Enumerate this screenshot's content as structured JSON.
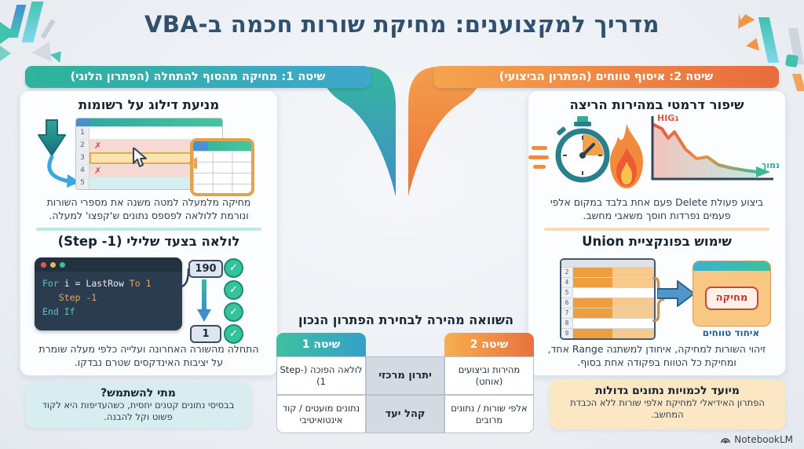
{
  "title": "מדריך למקצוענים: מחיקת שורות חכמה ב-VBA",
  "brand": "NotebookLM",
  "banner1": "שיטה 1: מחיקה מהסוף להתחלה (הפתרון הלוגי)",
  "banner2": "שיטה 2: איסוף טווחים (הפתרון הביצועי)",
  "m1": {
    "s1": {
      "title": "מניעת דילוג על רשומות",
      "rows": [
        "1",
        "2",
        "3",
        "4",
        "5"
      ],
      "x_mark": "✗",
      "body": "מחיקה מלמעלה למטה משנה את מספרי השורות ונורמת ללולאה לפספס נתונים ש'קפצו' למעלה."
    },
    "s2": {
      "title": "לולאה בצעד שלילי (Step -1)",
      "code": {
        "k1": "For",
        "p1": " i = LastRow ",
        "n1": "To 1",
        "n2": "   Step -1",
        "k2": "End If"
      },
      "start_value": "190",
      "end_value": "1",
      "check": "✓",
      "body": "התחלה מהשורה האחרונה ועלייה כלפי מעלה שומרת על יציבות האינדקסים שטרם נבדקו."
    },
    "callout": {
      "title": "מתי להשתמש?",
      "body": "בבסיסי נתונים קטנים יחסית, כשהעדיפות היא לקוד פשוט וקל להבנה."
    }
  },
  "m2": {
    "s1": {
      "title": "שיפור דרמטי במהירות הריצה",
      "high_label": "HIGג",
      "low_label": "נמוך",
      "body": "ביצוע פעולת Delete פעם אחת בלבד במקום אלפי פעמים נפרדות חוסך משאבי מחשב."
    },
    "s2": {
      "title": "שימוש בפונקציית Union",
      "rows": [
        "2",
        "4",
        "5",
        "6",
        "7",
        "8",
        "9"
      ],
      "delete_button": "מחיקה",
      "union_label": "איחוד טווחים",
      "body": "זיהוי השורות למחיקה, איחודן למשתנה Range אחד, ומחיקת כל הטווח בפקודה אחת בסוף."
    },
    "callout": {
      "title": "מיועד לכמויות נתונים גדולות",
      "body": "הפתרון האידיאלי למחיקת אלפי שורות ללא הכבדת המחשב."
    }
  },
  "comparison": {
    "title": "השוואה מהירה לבחירת הפתרון הנכון",
    "header1": "שיטה 1",
    "header2": "שיטה 2",
    "rows": [
      {
        "label": "יתרון מרכזי",
        "m1": "לולאה הפוכה (Step-1)",
        "m2": "מהירות וביצועים (אוחט)"
      },
      {
        "label": "קהל יעד",
        "m1": "נתונים מועטים / קוד אינטואיטיבי",
        "m2": "אלפי שורות / נתונים מרובים"
      }
    ]
  }
}
